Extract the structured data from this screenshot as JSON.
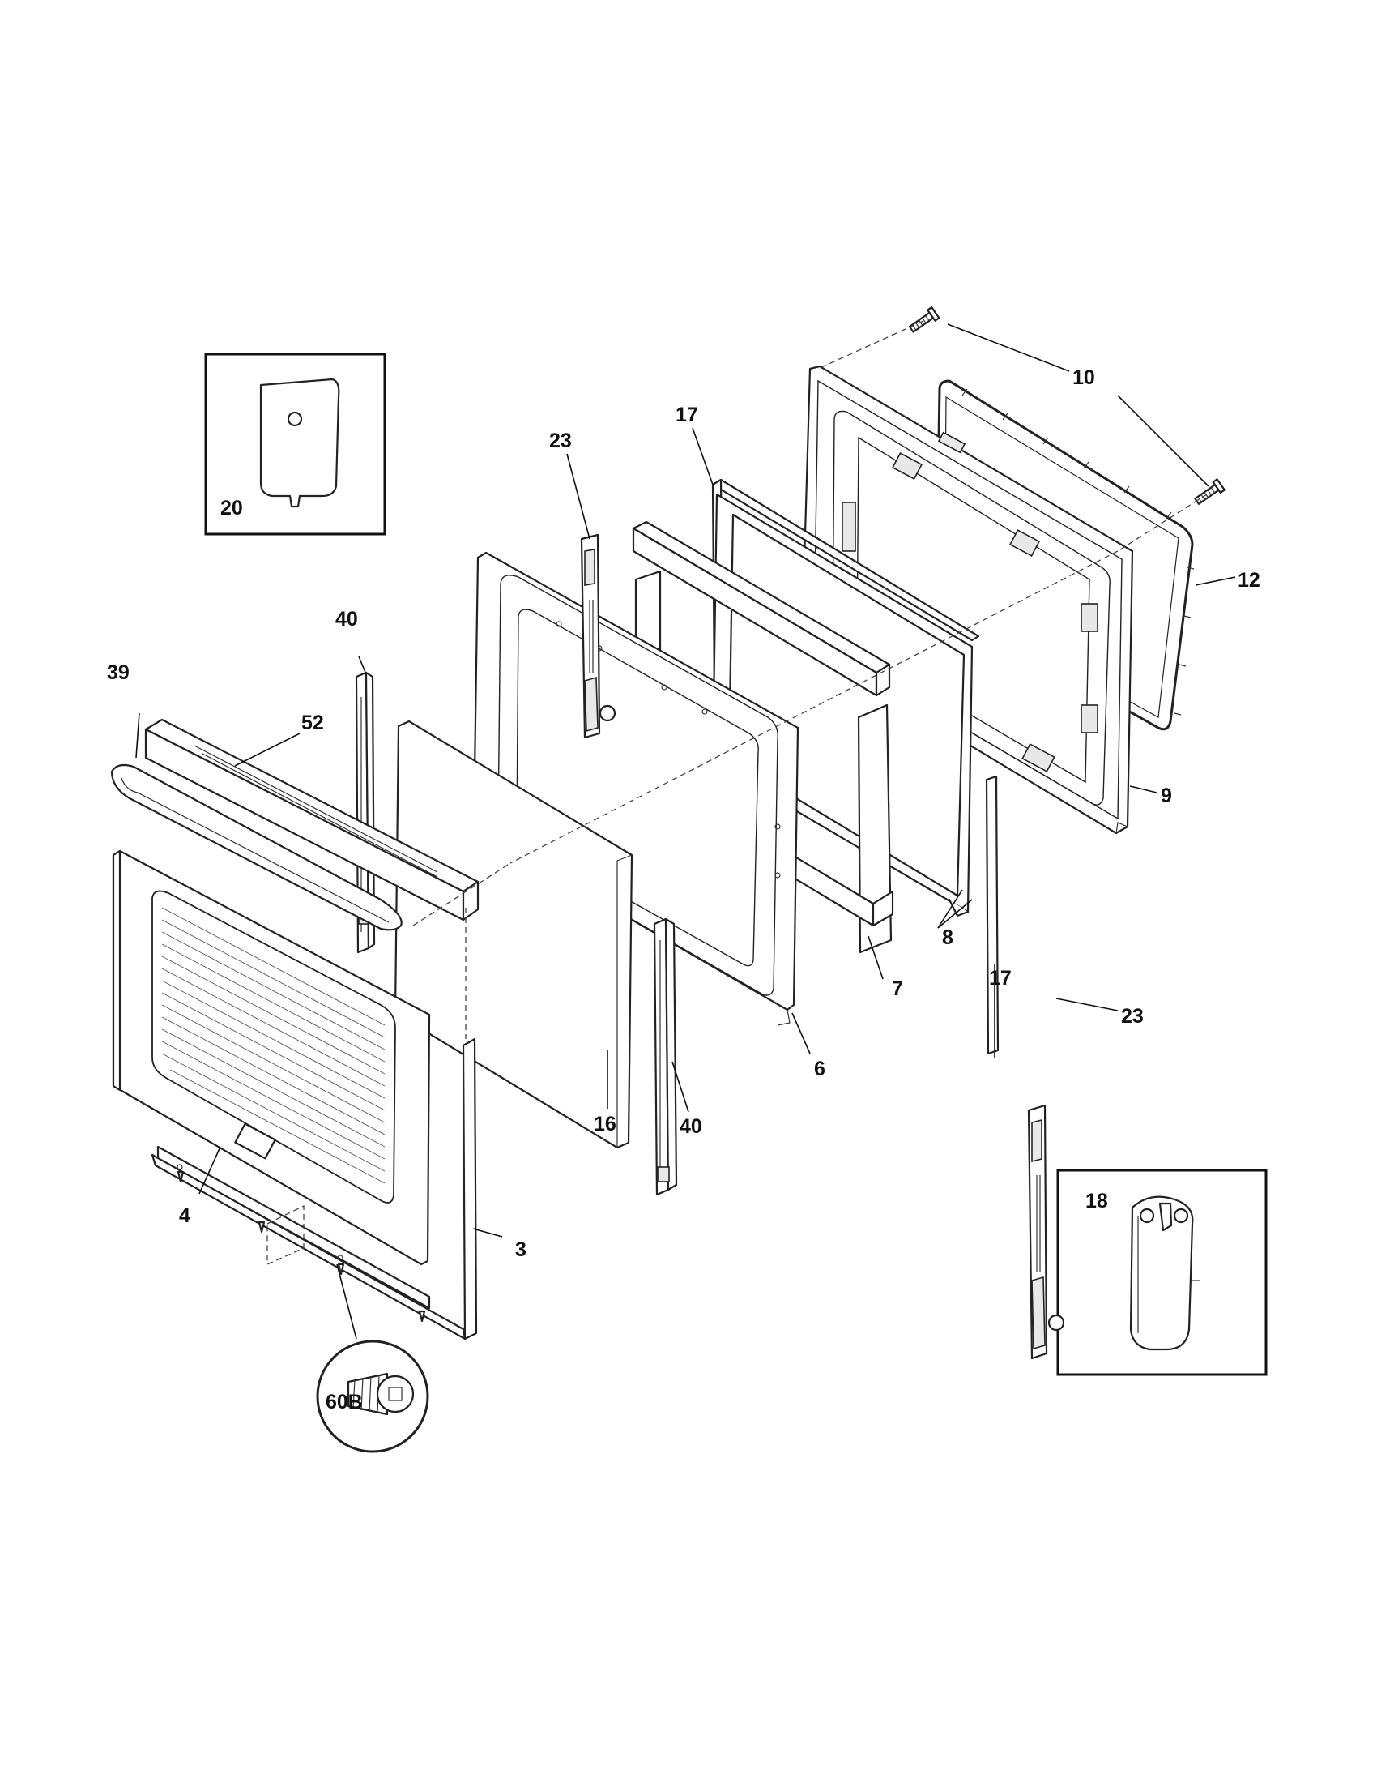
{
  "callouts": {
    "c3": "3",
    "c4": "4",
    "c6": "6",
    "c7": "7",
    "c8": "8",
    "c9": "9",
    "c10": "10",
    "c12": "12",
    "c16": "16",
    "c17a": "17",
    "c17b": "17",
    "c18": "18",
    "c20": "20",
    "c23a": "23",
    "c23b": "23",
    "c39": "39",
    "c40a": "40",
    "c40b": "40",
    "c52": "52",
    "c60b": "60B"
  }
}
